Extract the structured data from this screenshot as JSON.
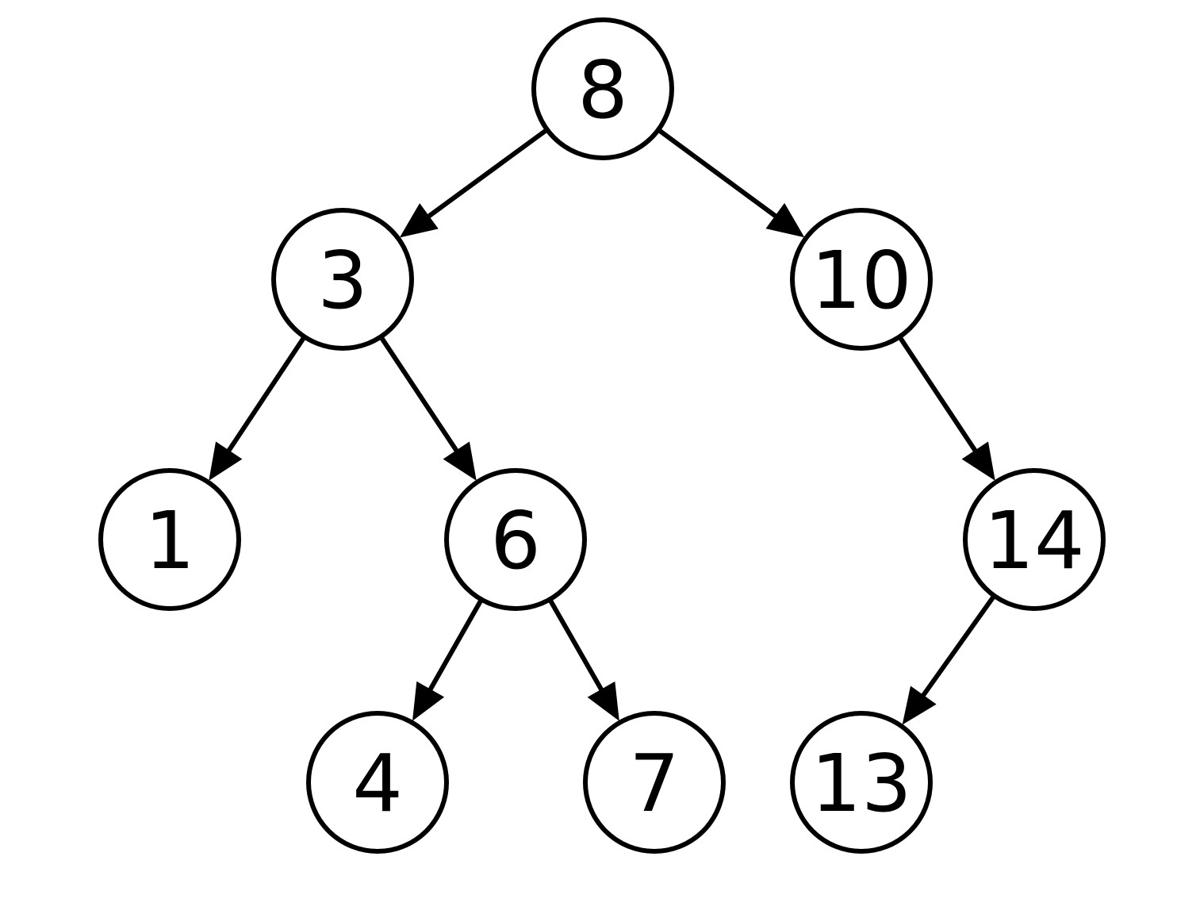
{
  "diagram": {
    "type": "binary-search-tree",
    "nodes": [
      {
        "id": "n8",
        "label": "8"
      },
      {
        "id": "n3",
        "label": "3"
      },
      {
        "id": "n10",
        "label": "10"
      },
      {
        "id": "n1",
        "label": "1"
      },
      {
        "id": "n6",
        "label": "6"
      },
      {
        "id": "n14",
        "label": "14"
      },
      {
        "id": "n4",
        "label": "4"
      },
      {
        "id": "n7",
        "label": "7"
      },
      {
        "id": "n13",
        "label": "13"
      }
    ],
    "edges": [
      {
        "from": "n8",
        "to": "n3"
      },
      {
        "from": "n8",
        "to": "n10"
      },
      {
        "from": "n3",
        "to": "n1"
      },
      {
        "from": "n3",
        "to": "n6"
      },
      {
        "from": "n10",
        "to": "n14"
      },
      {
        "from": "n6",
        "to": "n4"
      },
      {
        "from": "n6",
        "to": "n7"
      },
      {
        "from": "n14",
        "to": "n13"
      }
    ],
    "colors": {
      "stroke": "#000000",
      "fill": "#ffffff",
      "text": "#000000"
    }
  }
}
